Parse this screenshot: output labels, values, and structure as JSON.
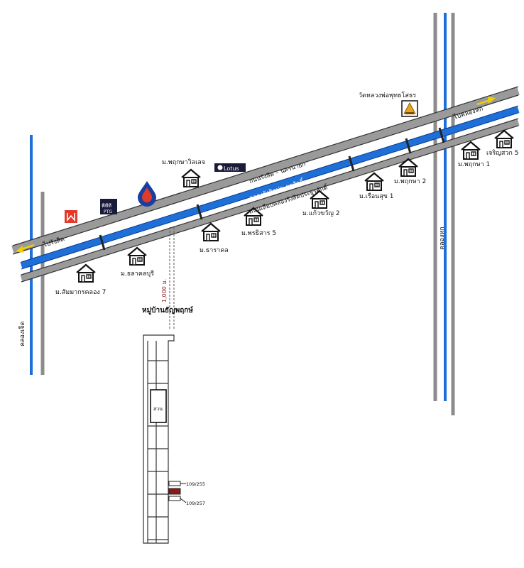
{
  "roads": {
    "main_road_name": "ถนนรังสิต – นครนายก",
    "canal_name": "คลองรังสิตประยูรศักดิ์",
    "local_road_name": "ถนนเลียบคลองรังสิตประยูรศักดิ์",
    "direction_left": "ไปรังสิต",
    "direction_right": "ไปคลองหก",
    "left_canal": "คลองเจ็ด",
    "right_canal": "คลองหก",
    "soi_distance": "1,000 ม.",
    "village_name": "หมู่บ้านธัญพฤกษ์"
  },
  "landmarks": {
    "temple": "วัดหลวงพ่อพุทธโสธร",
    "lotus": "Lotus",
    "ptt_brand": "พีทีที",
    "ptt_sub": "PTG",
    "park_label": "สวน",
    "lot_a": "109/255",
    "lot_b": "109/257"
  },
  "villages": [
    "ม.พฤกษาวิลเลจ",
    "ม.ธาราคล",
    "ม.พรธิสาร 5",
    "ม.แก้วขวัญ 2",
    "ม.เรือนสุข 1",
    "ม.พฤกษา 2",
    "ม.พฤกษา 1",
    "เจริญสวก 5",
    "ม.ธลาคลบุรี",
    "ม.สัมมากรคลอง 7"
  ],
  "colors": {
    "canal": "#1f6fd8",
    "road": "#8c8c8c",
    "lotus_bg": "#1a1a3a",
    "ptt_red": "#e03a2a",
    "ptt_blue": "#1a3fa0",
    "temple": "#e8a21c"
  },
  "icons": [
    "house-icon",
    "temple-icon",
    "ptt-logo-icon",
    "fuel-drop-icon",
    "lotus-logo-icon",
    "arrow-left-icon",
    "arrow-right-icon"
  ]
}
